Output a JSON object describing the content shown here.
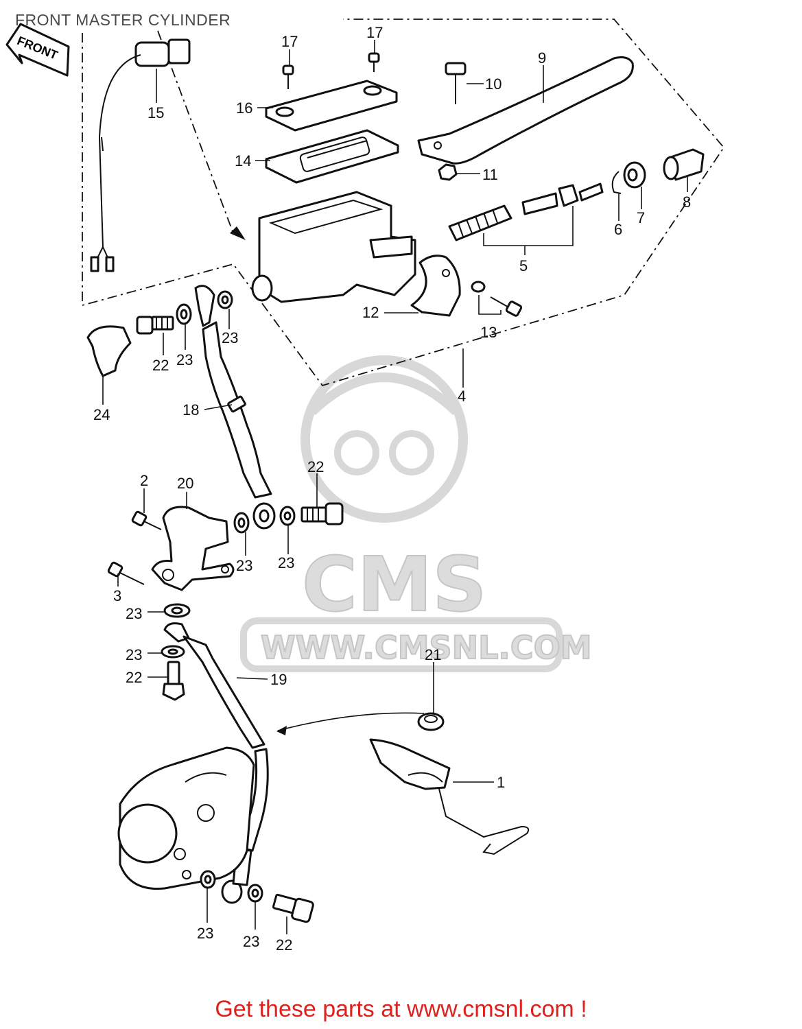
{
  "title": "FRONT MASTER CYLINDER",
  "front_arrow": "FRONT",
  "watermark": {
    "logo": "CMS",
    "url": "WWW.CMSNL.COM",
    "color": "#d8d8d8"
  },
  "callouts": {
    "c1": "1",
    "c2": "2",
    "c3": "3",
    "c4": "4",
    "c5": "5",
    "c6": "6",
    "c7": "7",
    "c8": "8",
    "c9": "9",
    "c10": "10",
    "c11": "11",
    "c12": "12",
    "c13": "13",
    "c14": "14",
    "c15": "15",
    "c16": "16",
    "c17a": "17",
    "c17b": "17",
    "c18": "18",
    "c19": "19",
    "c20": "20",
    "c21": "21",
    "c22a": "22",
    "c22b": "22",
    "c22c": "22",
    "c22d": "22",
    "c23a": "23",
    "c23b": "23",
    "c23c": "23",
    "c23d": "23",
    "c23e": "23",
    "c23f": "23",
    "c23g": "23",
    "c23h": "23",
    "c24": "24"
  },
  "footer": {
    "link_text": "Get these parts at www.cmsnl.com !",
    "color": "#e0201c"
  }
}
